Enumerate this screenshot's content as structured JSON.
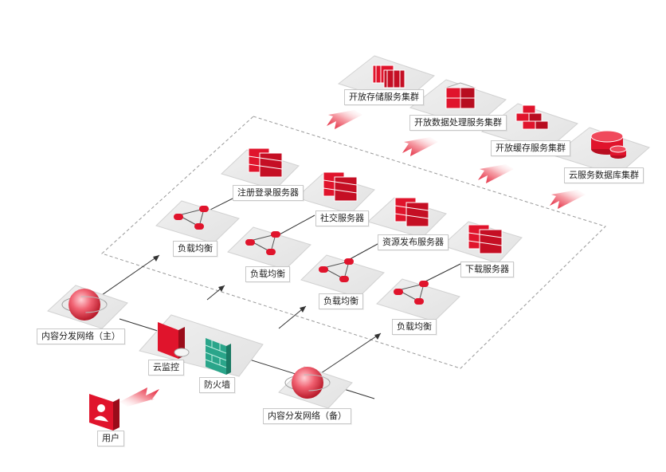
{
  "colors": {
    "accent": "#e0142c",
    "platform": "#e9e9e9",
    "platform_edge": "#cfcfcf",
    "firewall": "#2aa58a"
  },
  "clusters": {
    "storage": "开放存储服务集群",
    "data_processing": "开放数据处理服务集群",
    "cache": "开放缓存服务集群",
    "database": "云服务数据库集群"
  },
  "servers": {
    "register": "注册登录服务器",
    "social": "社交服务器",
    "publish": "资源发布服务器",
    "download": "下载服务器"
  },
  "load_balancer": "负载均衡",
  "cdn_primary": "内容分发网络（主）",
  "cdn_backup": "内容分发网络（备）",
  "cloud_monitor": "云监控",
  "firewall": "防火墙",
  "user": "用户",
  "icons": [
    "storage-rack-icon",
    "server-stack-icon",
    "cache-cluster-icon",
    "database-icon",
    "load-balancer-icon",
    "globe-icon",
    "monitor-icon",
    "firewall-icon",
    "user-icon",
    "arrow-icon"
  ]
}
